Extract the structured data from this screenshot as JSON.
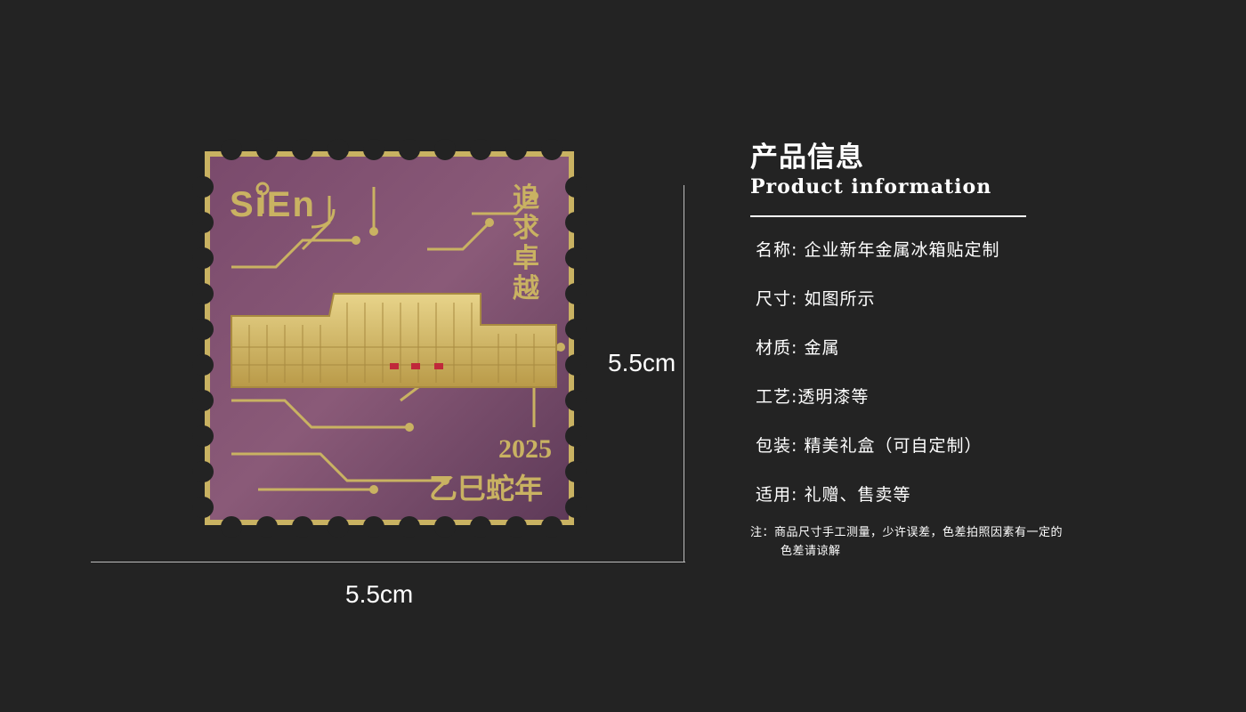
{
  "product": {
    "badge_brand": "SiEn",
    "badge_slogan": "追求卓越",
    "badge_year": "2025",
    "badge_zodiac": "乙巳蛇年"
  },
  "dimensions": {
    "width_label": "5.5cm",
    "height_label": "5.5cm"
  },
  "info": {
    "title_cn": "产品信息",
    "title_en": "Product information",
    "specs": [
      "名称: 企业新年金属冰箱贴定制",
      "尺寸: 如图所示",
      "材质: 金属",
      "工艺:透明漆等",
      "包装: 精美礼盒（可自定制）",
      "适用: 礼赠、售卖等"
    ],
    "note_line1": "注：商品尺寸手工测量，少许误差，色差拍照因素有一定的",
    "note_line2": "色差请谅解"
  },
  "colors": {
    "background": "#232323",
    "enamel": "#6b4260",
    "gold": "#c9b262"
  }
}
